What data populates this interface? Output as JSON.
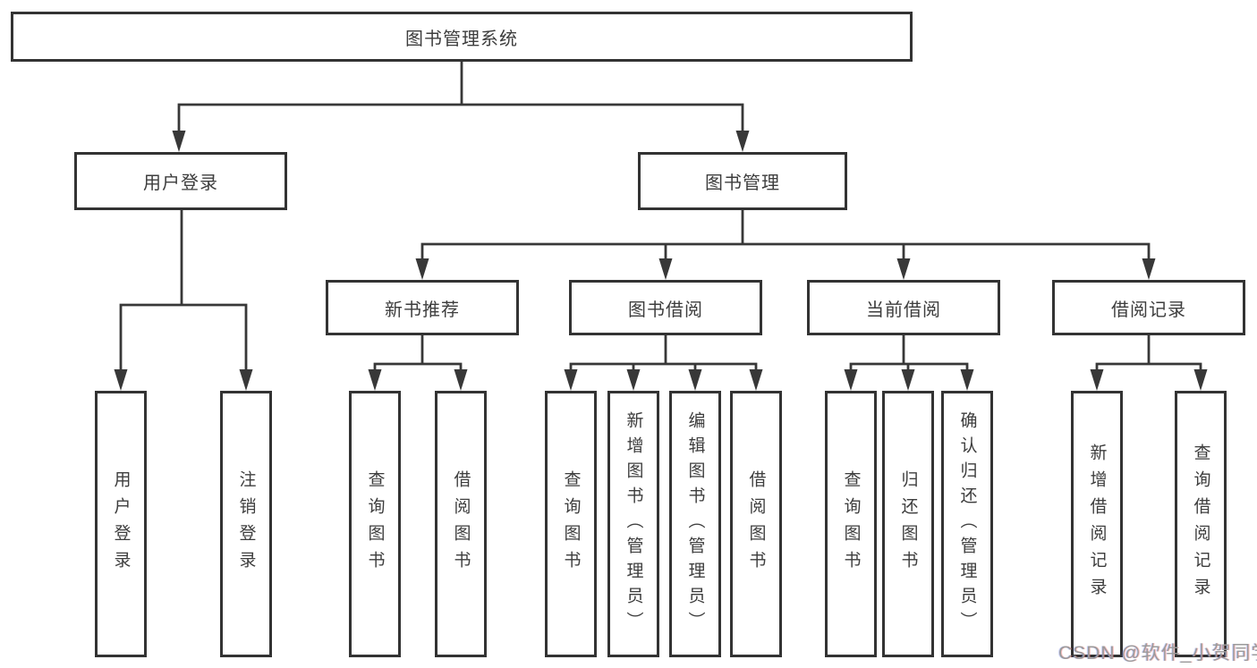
{
  "diagram": {
    "root": {
      "label": "图书管理系统"
    },
    "branches": [
      {
        "label": "用户登录",
        "children": [
          {
            "label": "用户登录"
          },
          {
            "label": "注销登录"
          }
        ]
      },
      {
        "label": "图书管理",
        "children": [
          {
            "label": "新书推荐",
            "children": [
              {
                "label": "查询图书"
              },
              {
                "label": "借阅图书"
              }
            ]
          },
          {
            "label": "图书借阅",
            "children": [
              {
                "label": "查询图书"
              },
              {
                "label": "新增图书（管理员）"
              },
              {
                "label": "编辑图书（管理员）"
              },
              {
                "label": "借阅图书"
              }
            ]
          },
          {
            "label": "当前借阅",
            "children": [
              {
                "label": "查询图书"
              },
              {
                "label": "归还图书"
              },
              {
                "label": "确认归还（管理员）"
              }
            ]
          },
          {
            "label": "借阅记录",
            "children": [
              {
                "label": "新增借阅记录"
              },
              {
                "label": "查询借阅记录"
              }
            ]
          }
        ]
      }
    ]
  },
  "watermark": {
    "text": "CSDN @软件_小贺同学"
  },
  "colors": {
    "line": "#383838",
    "box_border": "#333333",
    "text": "#3d3d3d",
    "watermark": "#9b9b9b",
    "background": "#ffffff"
  }
}
